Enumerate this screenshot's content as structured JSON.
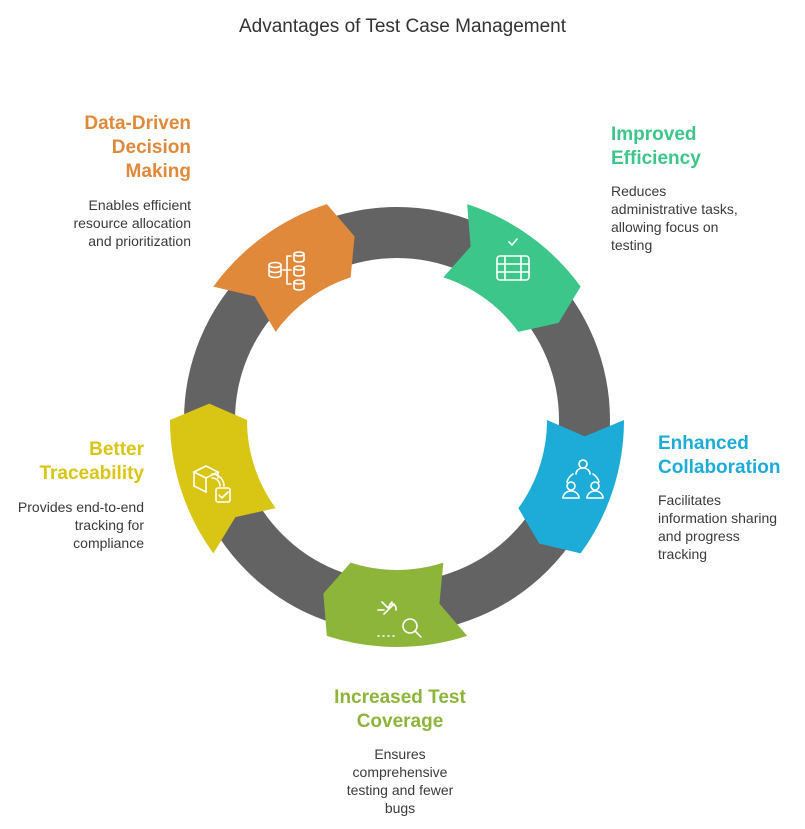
{
  "title": "Advantages of Test Case Management",
  "ring_color": "#636363",
  "segments": [
    {
      "key": "data",
      "heading": "Data-Driven\nDecision\nMaking",
      "description": "Enables efficient\nresource allocation\nand prioritization",
      "color": "#E0893A",
      "icon": "database-hierarchy-icon"
    },
    {
      "key": "efficiency",
      "heading": "Improved\nEfficiency",
      "description": "Reduces\nadministrative tasks,\nallowing focus on\ntesting",
      "color": "#3CC68A",
      "icon": "checklist-server-icon"
    },
    {
      "key": "collab",
      "heading": "Enhanced\nCollaboration",
      "description": "Facilitates\ninformation sharing\nand progress\ntracking",
      "color": "#1DABD8",
      "icon": "team-collaboration-icon"
    },
    {
      "key": "coverage",
      "heading": "Increased Test\nCoverage",
      "description": "Ensures\ncomprehensive\ntesting and fewer\nbugs",
      "color": "#8CB53A",
      "icon": "bug-search-icon"
    },
    {
      "key": "trace",
      "heading": "Better\nTraceability",
      "description": "Provides end-to-end\ntracking for\ncompliance",
      "color": "#D9C513",
      "icon": "package-tracking-icon"
    }
  ]
}
